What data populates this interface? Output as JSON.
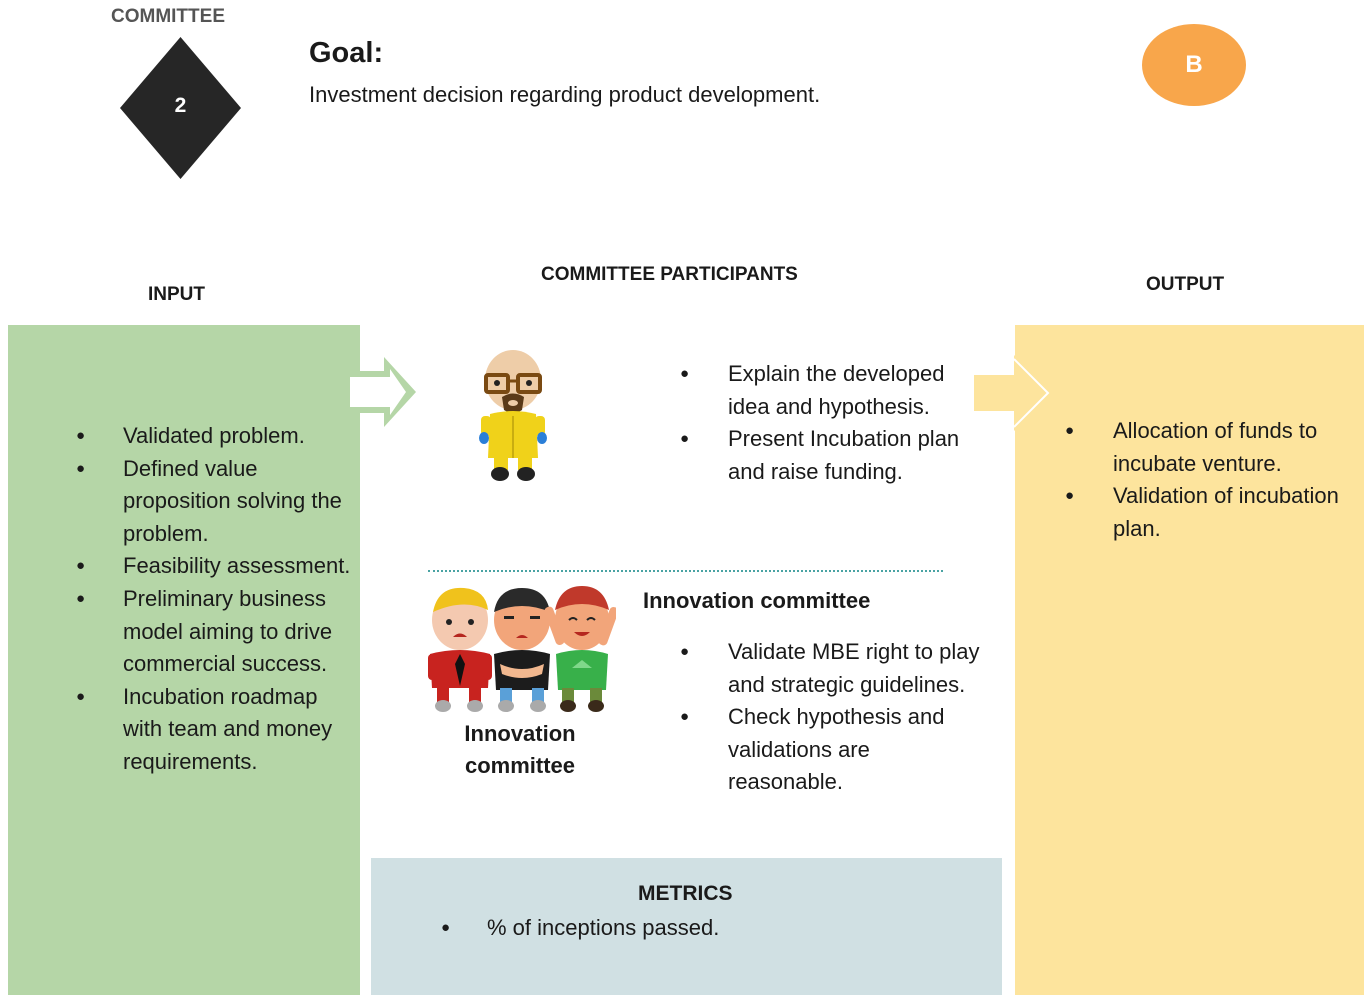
{
  "header": {
    "committee_label": "COMMITTEE",
    "committee_number": "2",
    "goal_title": "Goal:",
    "goal_text": "Investment decision regarding product development.",
    "badge_letter": "B"
  },
  "sections": {
    "input": "INPUT",
    "participants": "COMMITTEE PARTICIPANTS",
    "output": "OUTPUT"
  },
  "input_items": [
    "Validated problem.",
    "Defined value proposition solving the problem.",
    "Feasibility assessment.",
    "Preliminary business model aiming to drive commercial success.",
    "Incubation roadmap with team and money requirements."
  ],
  "founder_items": [
    "Explain the developed idea and hypothesis.",
    "Present Incubation plan and raise funding."
  ],
  "committee": {
    "title": "Innovation committee",
    "caption": "Innovation committee",
    "items": [
      "Validate MBE right to play and strategic guidelines.",
      "Check hypothesis and validations are reasonable."
    ]
  },
  "output_items": [
    "Allocation of funds to incubate venture.",
    "Validation of incubation plan."
  ],
  "metrics": {
    "title": "METRICS",
    "items": [
      "% of inceptions passed."
    ]
  },
  "colors": {
    "input_panel": "#b5d6a7",
    "output_panel": "#fde49d",
    "metrics_panel": "#d0e0e3",
    "badge": "#f8a64b",
    "diamond": "#262626"
  },
  "icons": {
    "founder": "founder-character-icon",
    "committee": "committee-group-icon",
    "input_arrow": "arrow-right-icon",
    "output_arrow": "arrow-right-icon"
  }
}
